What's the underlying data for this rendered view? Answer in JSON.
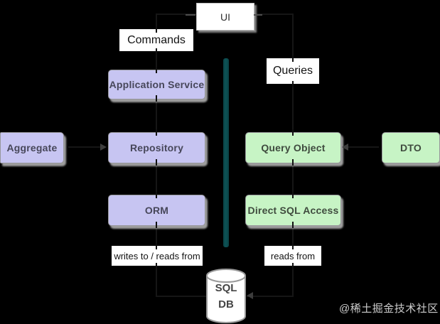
{
  "diagram": {
    "title_box": {
      "label": "UI"
    },
    "left_branch": {
      "header": "Commands",
      "stack": [
        "Application Service",
        "Repository",
        "ORM"
      ],
      "side_box": "Aggregate",
      "db_edge_label": "writes to / reads from"
    },
    "right_branch": {
      "header": "Queries",
      "stack": [
        "Query Object",
        "Direct SQL Access"
      ],
      "side_box": "DTO",
      "db_edge_label": "reads from"
    },
    "database": {
      "line1": "SQL",
      "line2": "DB"
    },
    "watermark": "@稀土掘金技术社区",
    "colors": {
      "background": "#000000",
      "command_fill": "#c7c5f2",
      "query_fill": "#c7f4c5",
      "divider": "#0d5356"
    }
  }
}
